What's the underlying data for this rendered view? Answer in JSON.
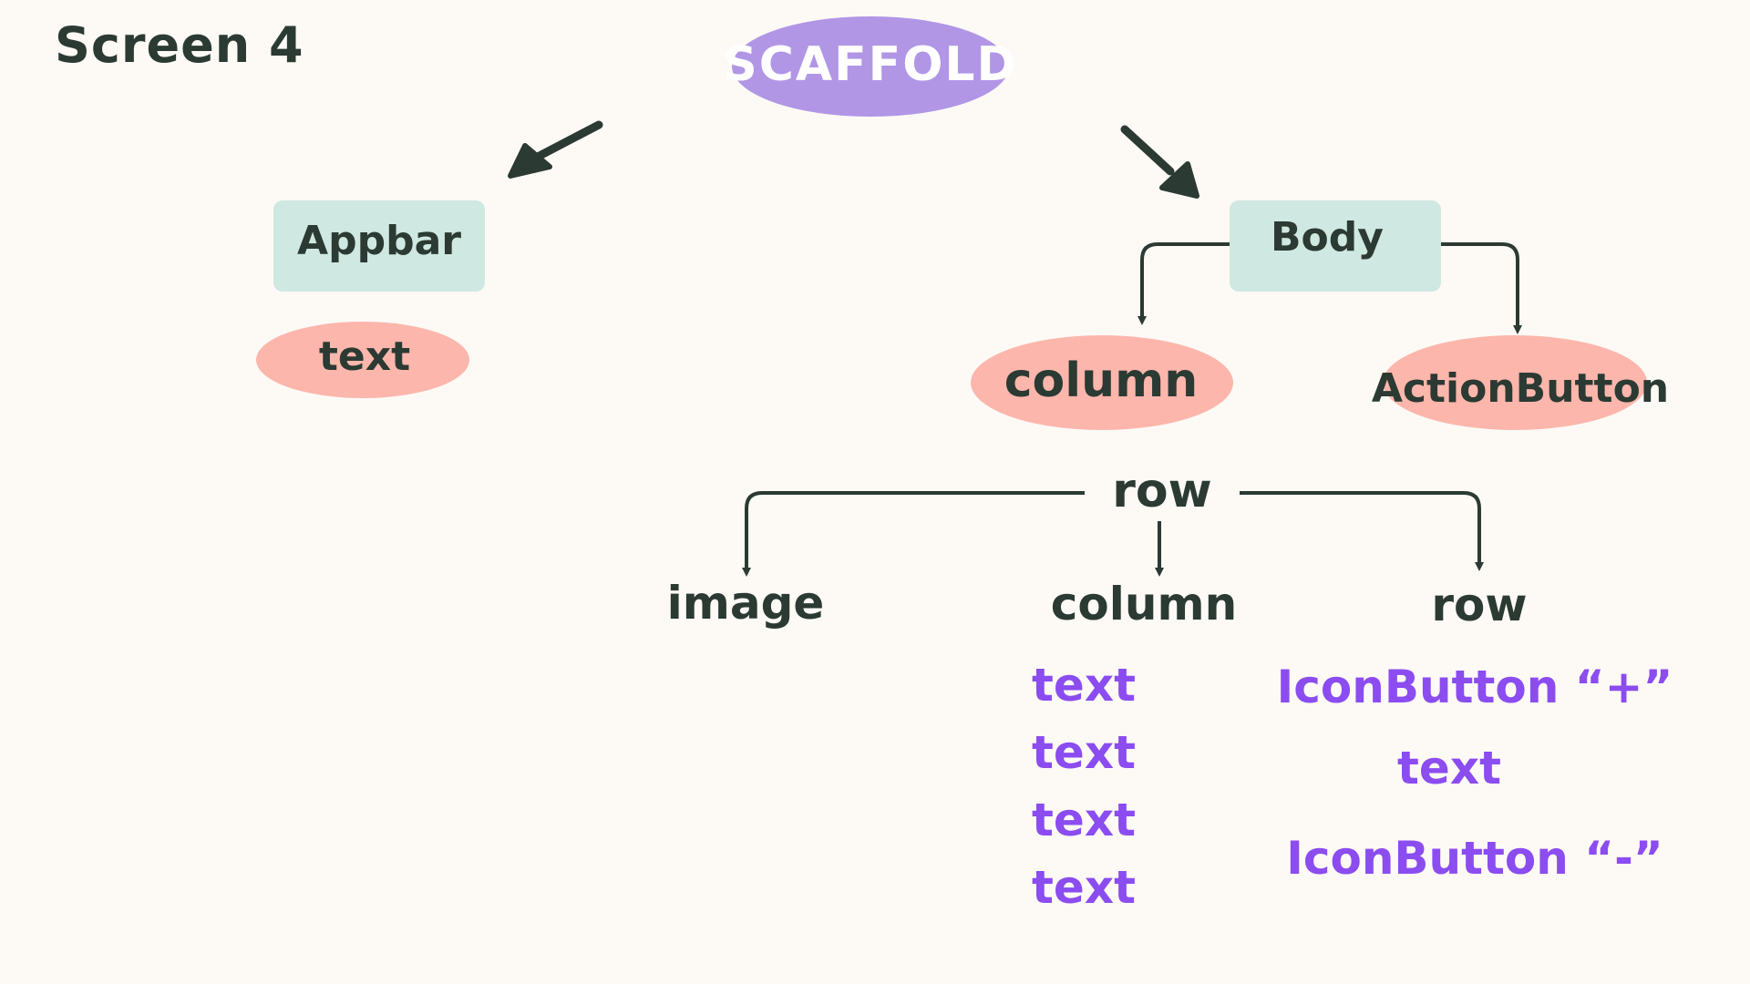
{
  "title": "Screen 4",
  "colors": {
    "background": "#fdfaf6",
    "ink": "#2b3a33",
    "scaffold_fill": "#b196e6",
    "box_fill": "#cfe8e1",
    "pill_fill": "#fdb6ac",
    "leaf_text": "#8b4cf0"
  },
  "nodes": {
    "scaffold": "SCAFFOLD",
    "appbar": "Appbar",
    "appbar_text": "text",
    "body": "Body",
    "column": "column",
    "action_button": "ActionButton",
    "row": "row",
    "image": "image",
    "inner_column": "column",
    "inner_row": "row"
  },
  "column_children": [
    "text",
    "text",
    "text",
    "text"
  ],
  "row_children": [
    "IconButton “+”",
    "text",
    "IconButton “-”"
  ]
}
